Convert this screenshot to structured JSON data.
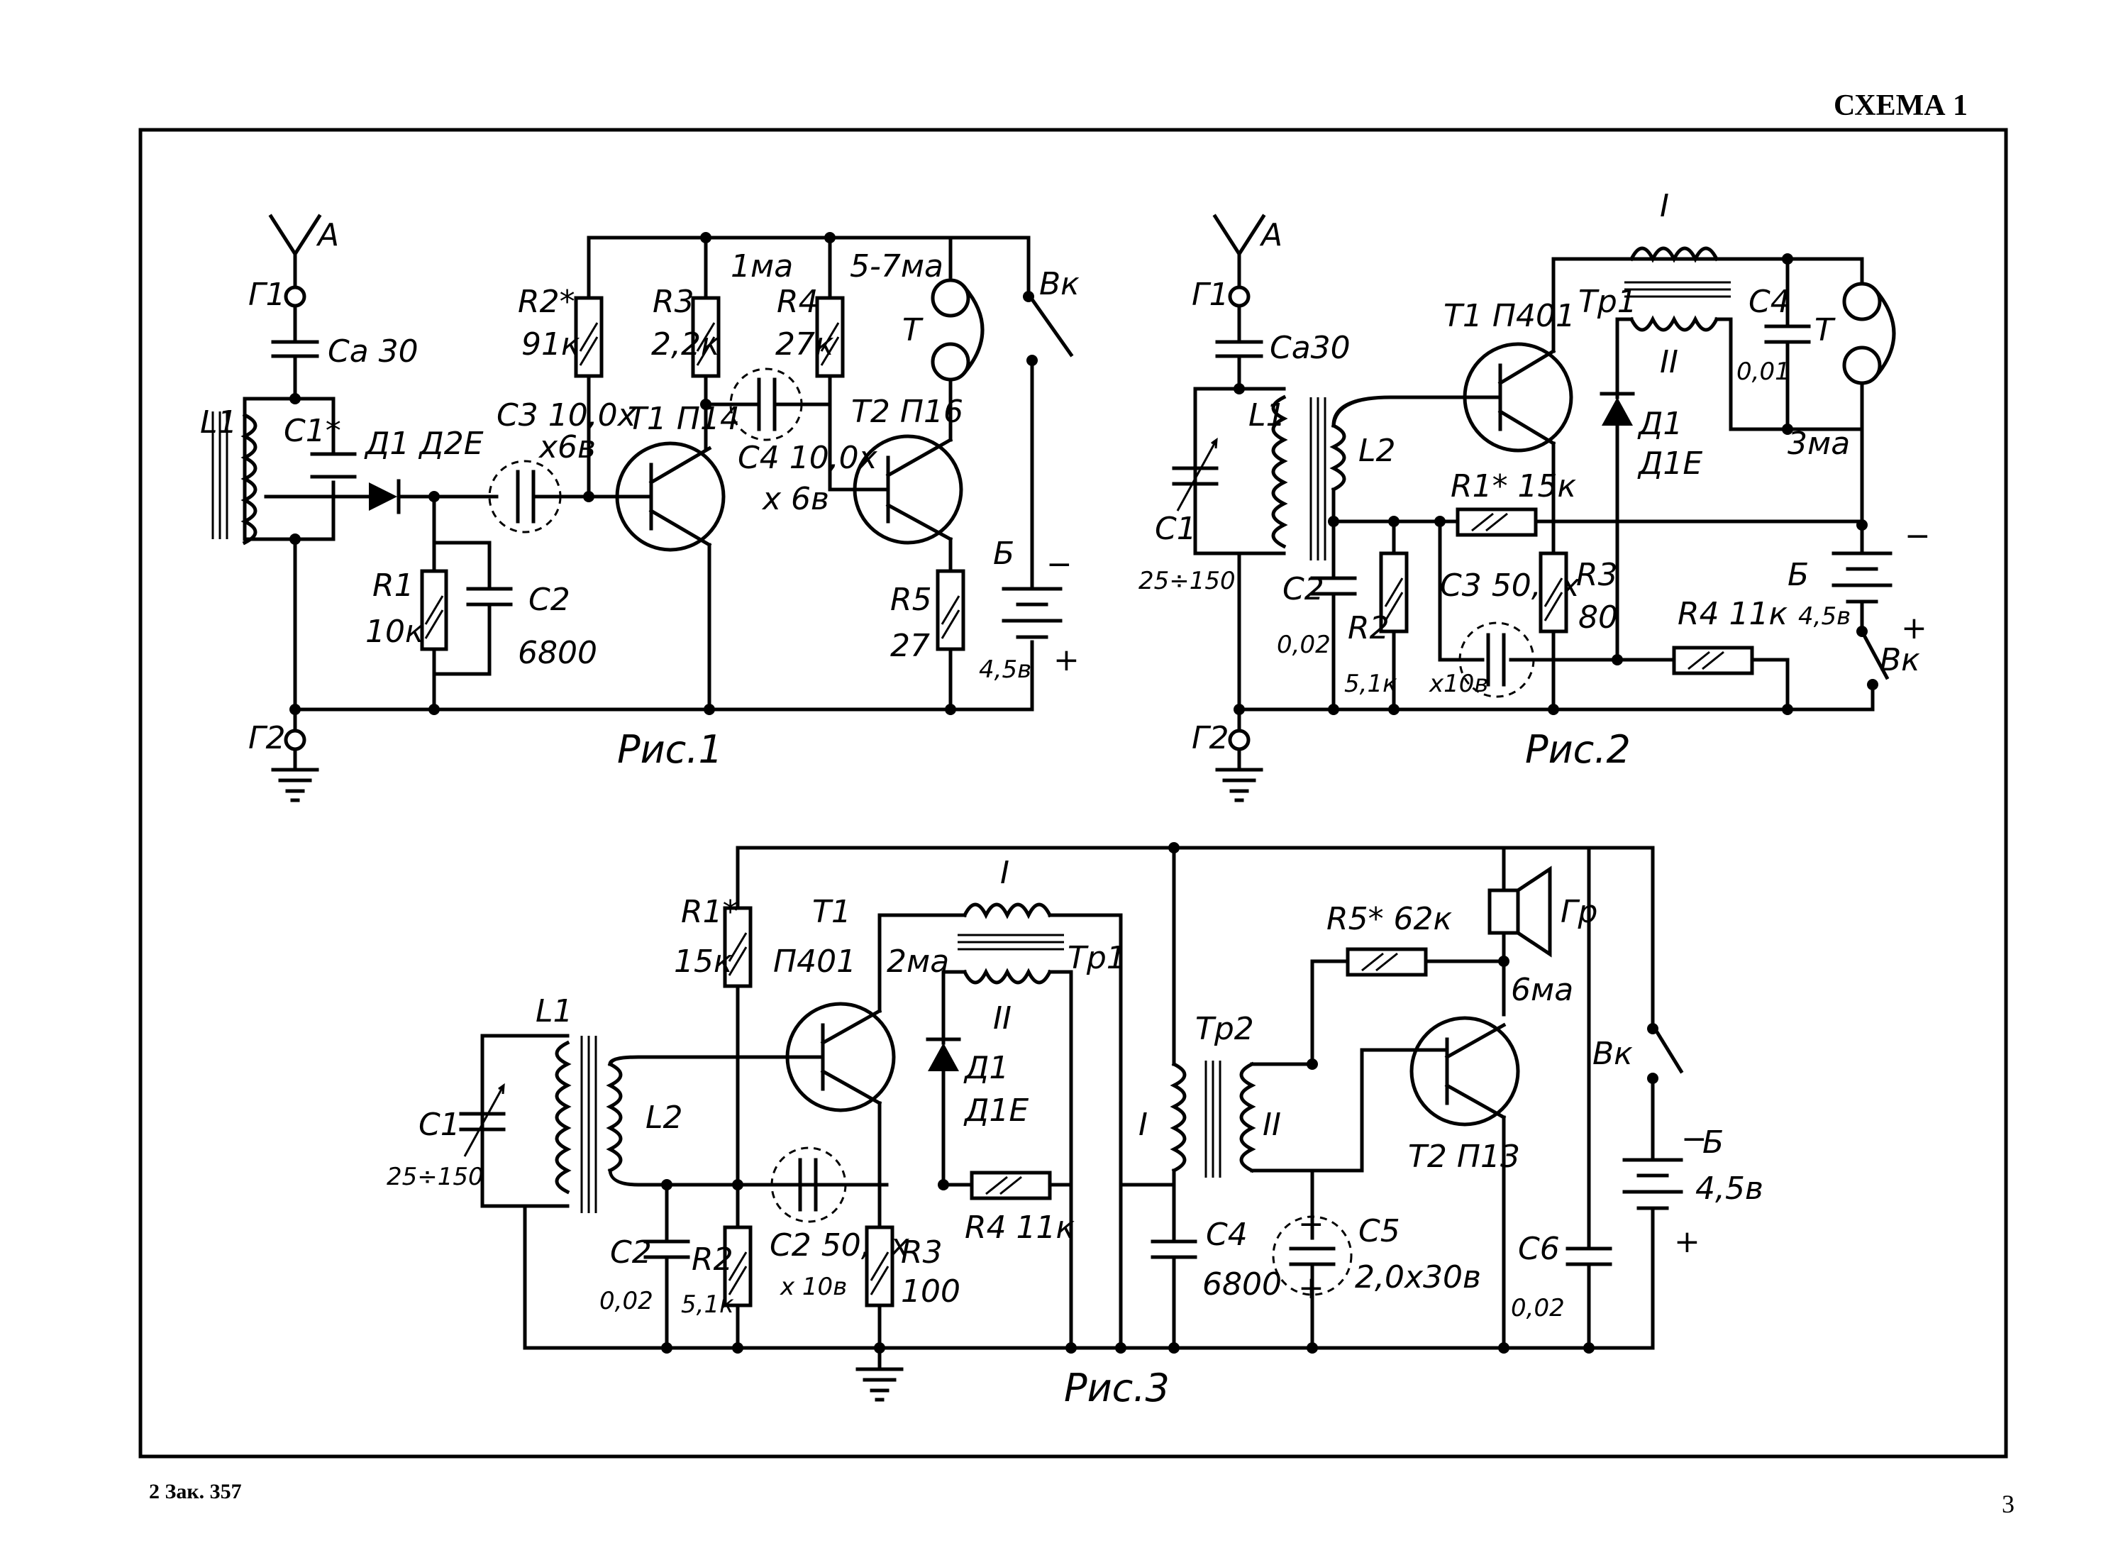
{
  "header": {
    "title": "СХЕМА 1"
  },
  "footer": {
    "left": "2 Зак. 357",
    "page_number": "3"
  },
  "fig1": {
    "caption": "Рис.1",
    "antenna": "А",
    "g1": "Г1",
    "g2": "Г2",
    "ca": "Ca 30",
    "l1": "L1",
    "c1": "C1*",
    "d1": "Д1 Д2Е",
    "c3": "C3 10,0х",
    "c3b": "х6в",
    "r2": "R2*",
    "r2v": "91к",
    "r3": "R3",
    "r3v": "2,2к",
    "r4": "R4",
    "r4v": "27к",
    "cur1": "1ма",
    "cur2": "5-7ма",
    "c4": "C4 10,0х",
    "c4b": "х 6в",
    "t1": "T1 П14",
    "t2": "T2 П16",
    "phone": "Т",
    "sw": "Вк",
    "r1": "R1",
    "r1v": "10к",
    "c2": "C2",
    "c2v": "6800",
    "r5": "R5",
    "r5v": "27",
    "bat": "Б",
    "batv": "4,5в",
    "minus": "−",
    "plus": "+"
  },
  "fig2": {
    "caption": "Рис.2",
    "antenna": "А",
    "g1": "Г1",
    "g2": "Г2",
    "ca": "Ca30",
    "l1": "L1",
    "l2": "L2",
    "c1": "C1",
    "c1v": "25÷150",
    "t1": "T1 П401",
    "tr": "Тр1",
    "w1": "I",
    "w2": "II",
    "d1": "Д1",
    "d1v": "Д1Е",
    "c4": "C4",
    "c4v": "0,01",
    "phone": "Т",
    "cur": "3ма",
    "r1": "R1* 15к",
    "c2": "C2",
    "c2v": "0,02",
    "r2": "R2",
    "r2v": "5,1к",
    "c3": "C3 50,0х",
    "c3b": "х10в",
    "r3": "R3",
    "r3v": "80",
    "r4": "R4 11к",
    "bat": "Б",
    "batv": "4,5в",
    "sw": "Вк",
    "minus": "−",
    "plus": "+"
  },
  "fig3": {
    "caption": "Рис.3",
    "l1": "L1",
    "l2": "L2",
    "c1": "C1",
    "c1v": "25÷150",
    "r1": "R1*",
    "r1v": "15к",
    "t1": "T1",
    "t1v": "П401",
    "cur1": "2ма",
    "tr1": "Тр1",
    "w1": "I",
    "w2": "II",
    "d1": "Д1",
    "d1v": "Д1Е",
    "c2": "C2",
    "c2v": "0,02",
    "r2": "R2",
    "r2v": "5,1к",
    "c2b": "C2 50,0х",
    "c2bb": "х 10в",
    "r3": "R3",
    "r3v": "100",
    "r4": "R4 11к",
    "c4": "C4",
    "c4v": "6800",
    "tr2": "Тр2",
    "tw1": "I",
    "tw2": "II",
    "r5": "R5* 62к",
    "gr": "Гр",
    "cur2": "6ма",
    "t2": "T2 П13",
    "c5": "C5",
    "c5v": "2,0х30в",
    "c6": "C6",
    "c6v": "0,02",
    "sw": "Вк",
    "bat": "Б",
    "batv": "4,5в",
    "minus": "−",
    "plus": "+"
  }
}
